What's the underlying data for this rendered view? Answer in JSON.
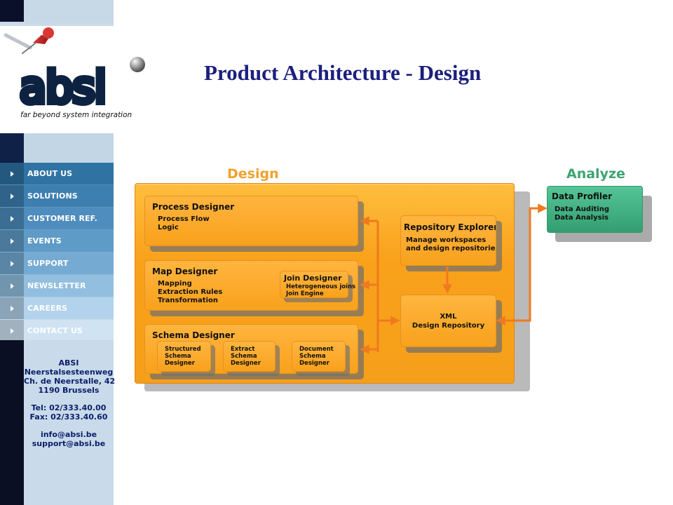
{
  "title": "Product Architecture  - Design",
  "logo": {
    "wordmark": "absi",
    "tagline": "far beyond system integration",
    "icons": [
      "pushpin-icon",
      "sphere-icon"
    ]
  },
  "sidebar": {
    "items": [
      {
        "label": "ABOUT US",
        "color": "#2f73a3"
      },
      {
        "label": "SOLUTIONS",
        "color": "#3d7fb0"
      },
      {
        "label": "CUSTOMER REF.",
        "color": "#4e8dbd"
      },
      {
        "label": "EVENTS",
        "color": "#5f9bc7"
      },
      {
        "label": "SUPPORT",
        "color": "#75abd3"
      },
      {
        "label": "NEWSLETTER",
        "color": "#92bfdf"
      },
      {
        "label": "CAREERS",
        "color": "#b2d3eb"
      },
      {
        "label": "CONTACT US",
        "color": "#cfe3f2"
      }
    ],
    "contact": {
      "company": "ABSI",
      "address1": "Neerstalsesteenweg",
      "address2": "Ch. de Neerstalle, 42",
      "city": "1190 Brussels",
      "tel": "Tel: 02/333.40.00",
      "fax": "Fax: 02/333.40.60",
      "email1": "info@absi.be",
      "email2": "support@absi.be"
    }
  },
  "diagram": {
    "sections": {
      "design": "Design",
      "analyze": "Analyze"
    },
    "process": {
      "title": "Process Designer",
      "line1": "Process Flow",
      "line2": "Logic"
    },
    "map": {
      "title": "Map Designer",
      "line1": "Mapping",
      "line2": "Extraction Rules",
      "line3": "Transformation"
    },
    "join": {
      "title": "Join Designer",
      "line1": "Heterogeneous joins",
      "line2": "Join Engine"
    },
    "schema": {
      "title": "Schema Designer",
      "items": [
        {
          "line1": "Structured",
          "line2": "Schema",
          "line3": "Designer"
        },
        {
          "line1": "Extract",
          "line2": "Schema",
          "line3": "Designer"
        },
        {
          "line1": "Document",
          "line2": "Schema",
          "line3": "Designer"
        }
      ]
    },
    "repository_explorer": {
      "title": "Repository Explorer",
      "line1": "Manage workspaces",
      "line2": "and design repositories"
    },
    "xml_repository": {
      "line1": "XML",
      "line2": "Design Repository"
    },
    "data_profiler": {
      "title": "Data Profiler",
      "line1": "Data Auditing",
      "line2": "Data Analysis"
    },
    "colors": {
      "design": "#f9a11b",
      "analyze": "#339e71",
      "arrow": "#ef7a1f",
      "title": "#1b1f7d"
    }
  }
}
